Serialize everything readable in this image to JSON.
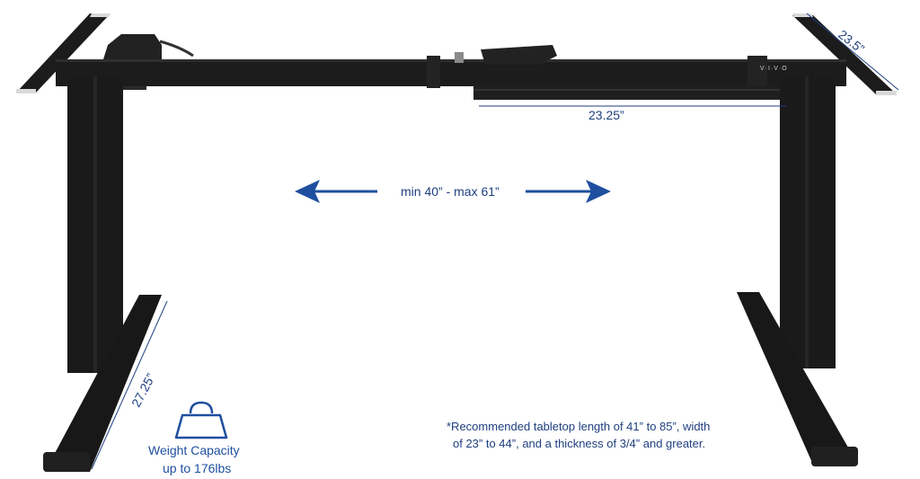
{
  "dimensions": {
    "top_width": "23.5”",
    "bracket_length": "23.25”",
    "span": "min 40” - max 61”",
    "foot_length": "27.25”"
  },
  "weight": {
    "line1": "Weight Capacity",
    "line2": "up to 176lbs",
    "icon": "weight-icon"
  },
  "note": {
    "line1": "*Recommended tabletop length of 41” to 85”, width",
    "line2": "of 23” to 44”, and a thickness of 3/4” and greater."
  },
  "brand": "V·I·V·O",
  "colors": {
    "frame": "#1a1a1a",
    "accent": "#1f4f9f",
    "label": "#1f3f7f"
  }
}
